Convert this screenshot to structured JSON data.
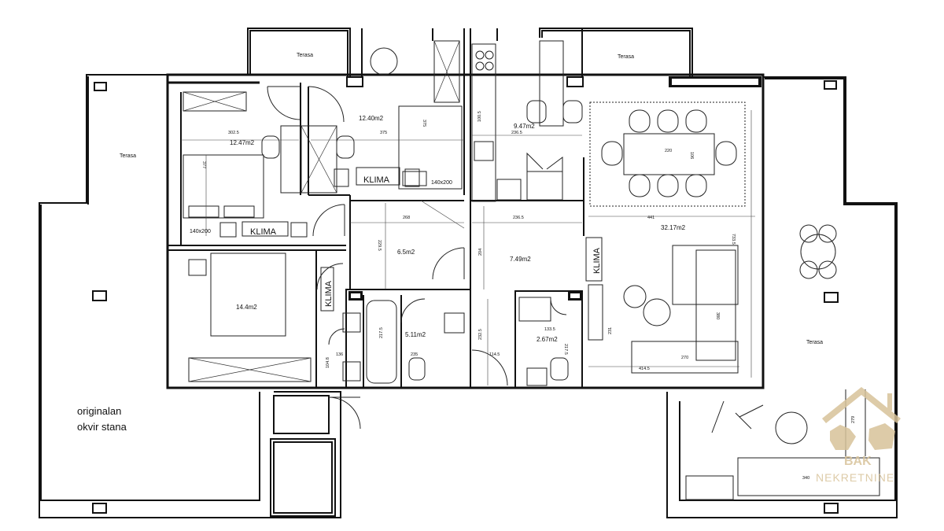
{
  "rooms": {
    "bedroom_top_left": "12.47m2",
    "bedroom_top_mid": "12.40m2",
    "kitchen": "9.47m2",
    "living": "32.17m2",
    "hall": "6.5m2",
    "corridor": "7.49m2",
    "bedroom_main": "14.4m2",
    "bath_1": "5.11m2",
    "bath_2": "2.67m2"
  },
  "labels": {
    "terrace": "Terasa",
    "klima": "KLIMA",
    "original_frame": [
      "originalan",
      "okvir stana"
    ]
  },
  "beds": {
    "bed_1": "140x200",
    "bed_2": "140x200"
  },
  "dimensions": {
    "d_302": "302.5",
    "d_375": "375",
    "d_375v": "375",
    "d_377": "377",
    "d_236a": "236.5",
    "d_236b": "236.5",
    "d_100": "100.5",
    "d_220": "220",
    "d_106": "106",
    "d_441": "441",
    "d_733": "733.5",
    "d_268": "268",
    "d_229": "229.5",
    "d_204": "204",
    "d_380": "380",
    "d_231": "231",
    "d_270": "270",
    "d_414": "414.5",
    "d_217a": "217.5",
    "d_217b": "217.5",
    "d_235": "235",
    "d_232": "232.5",
    "d_133": "133.5",
    "d_114": "114.5",
    "d_136": "136",
    "d_104": "104.8",
    "d_279": "279",
    "d_340": "340"
  },
  "logo": {
    "brand": "BAK",
    "sub": "NEKRETNINE"
  }
}
